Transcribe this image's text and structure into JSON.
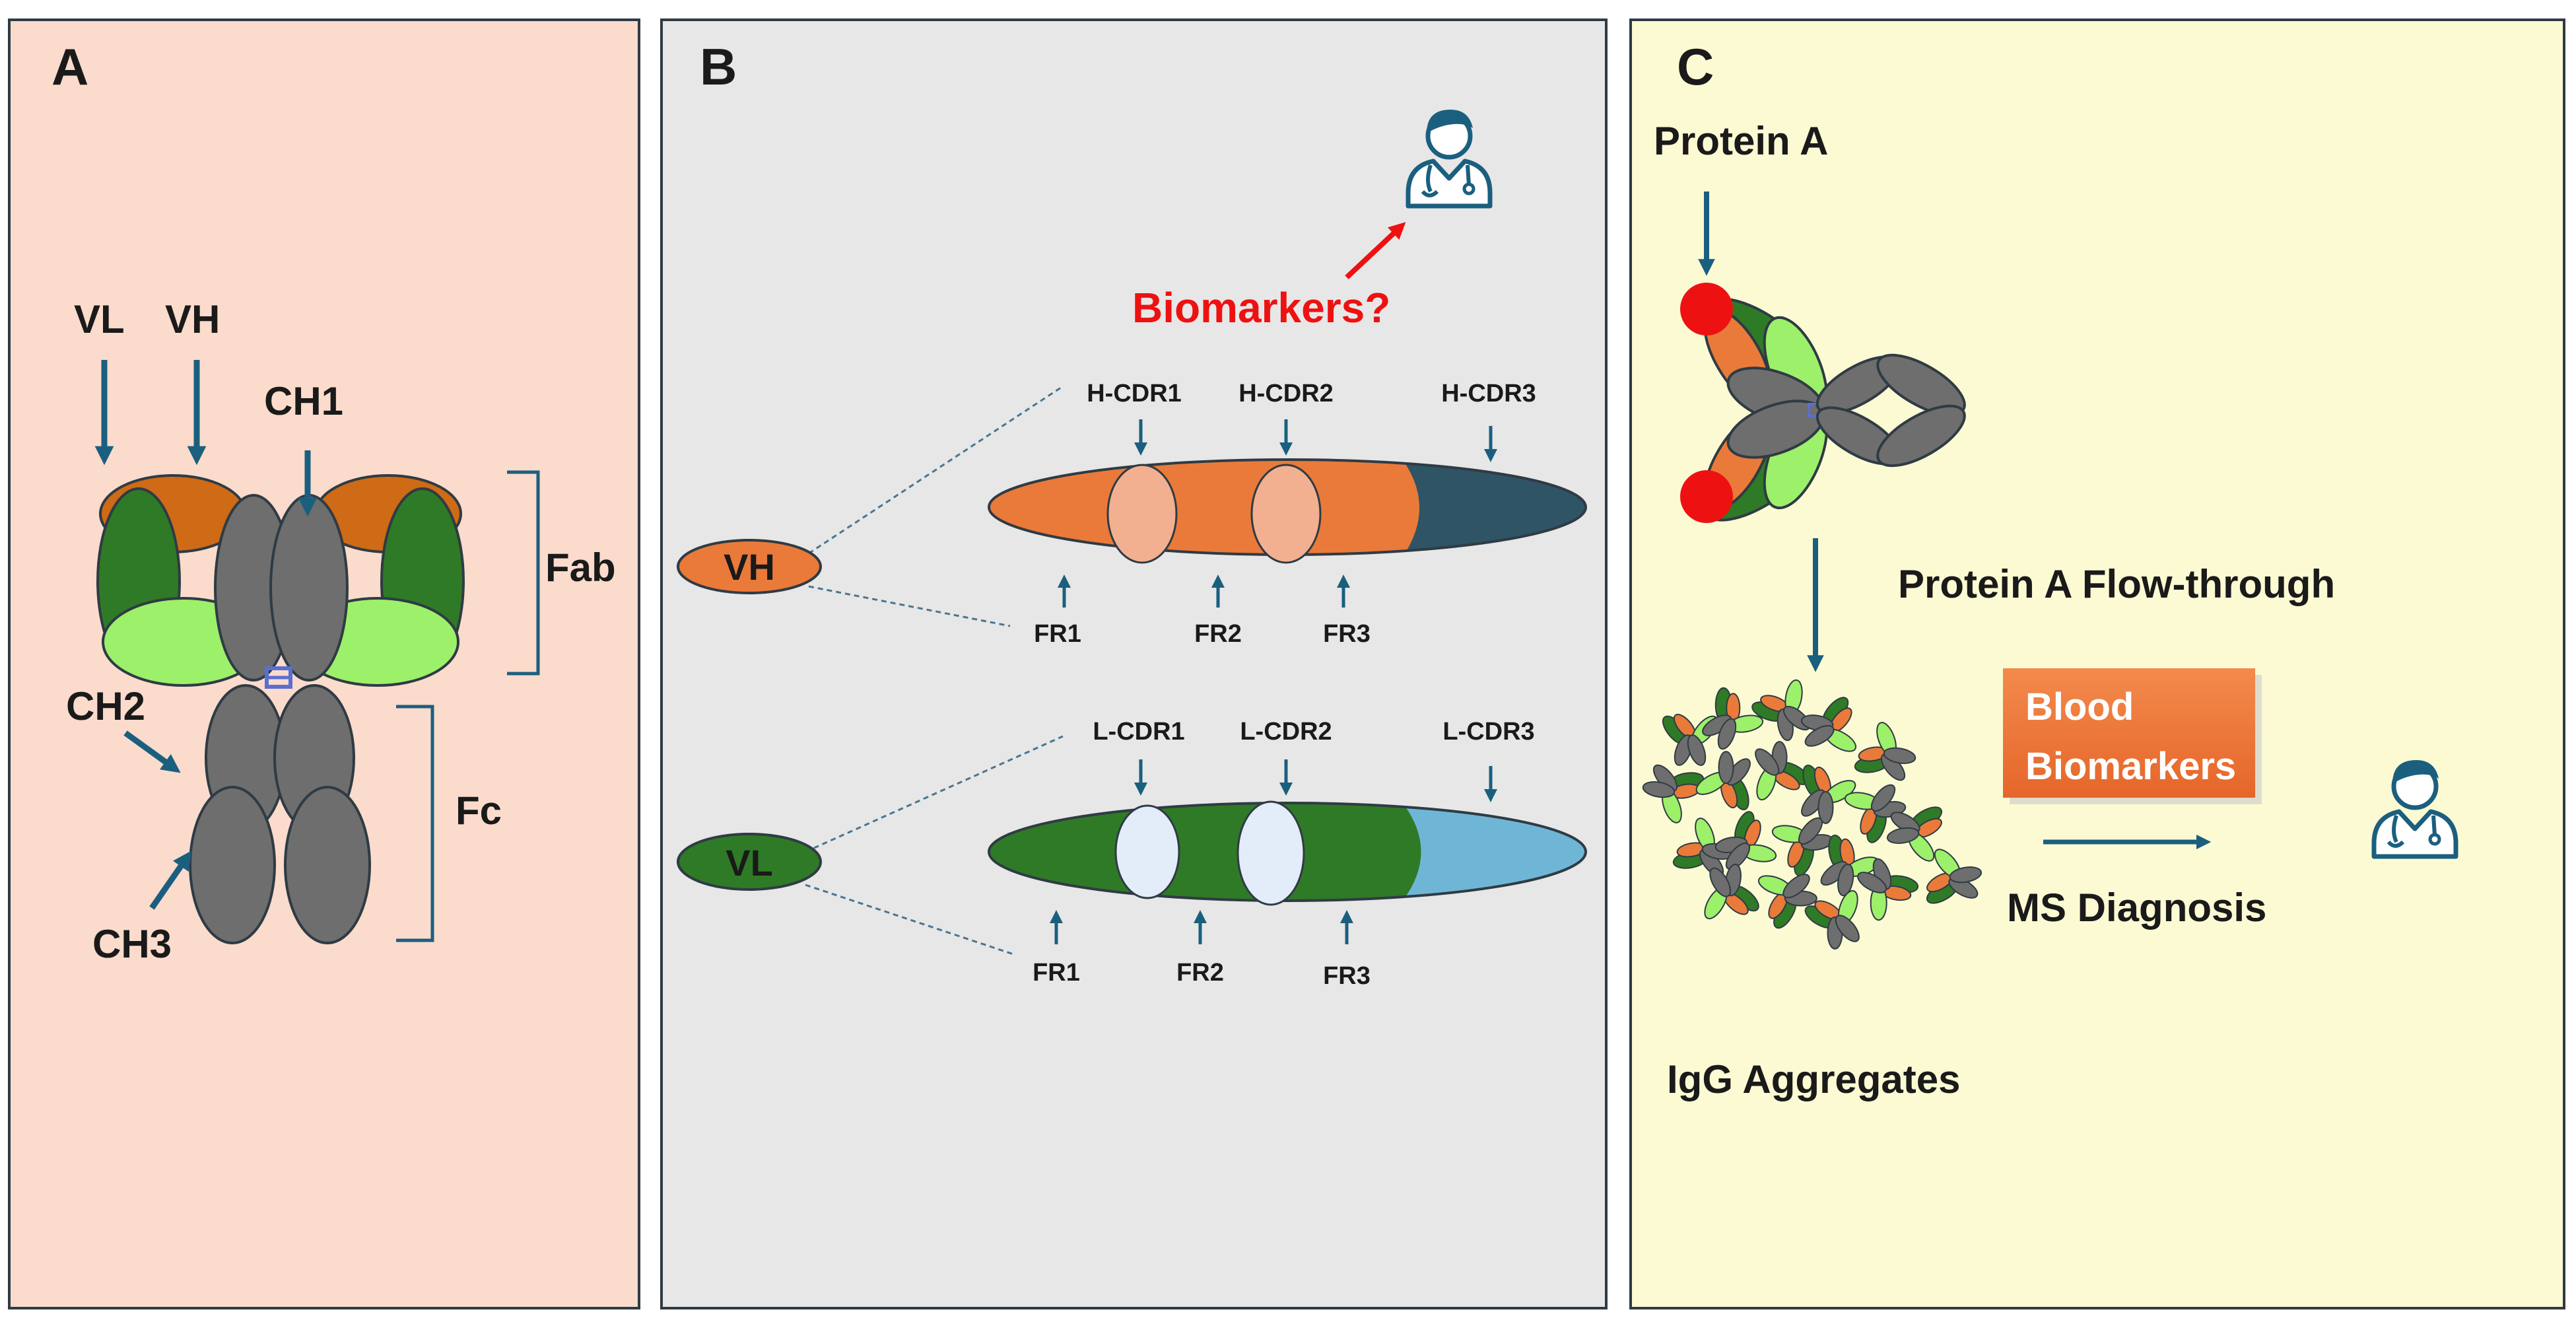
{
  "colors": {
    "panel_a_bg": "#fadbcc",
    "panel_b_bg": "#e7e7e7",
    "panel_c_bg": "#fcfad3",
    "arrow": "#1b5f7f",
    "heavy_variable_orange": "#cf6a16",
    "light_variable_dark_green": "#2f7a26",
    "light_constant_light_green": "#9df06a",
    "constant_grey": "#6e6e6e",
    "vh_ellipse": "#ea7a3a",
    "vl_ellipse": "#2f7a26",
    "cdr3_heavy": "#2e5466",
    "cdr3_light": "#6fb6d6",
    "cdr_heavy_oval": "#f2b090",
    "cdr_light_oval": "#e3edf9",
    "biomarker_text": "#ee1111",
    "blood_box_top": "#f07a3d",
    "blood_box_bottom": "#e86a2c",
    "protein_a_red": "#ee1111",
    "doctor_icon": "#1b5f7f"
  },
  "panel_a": {
    "letter": "A",
    "labels": {
      "vl": "VL",
      "vh": "VH",
      "ch1": "CH1",
      "ch2": "CH2",
      "ch3": "CH3",
      "fab": "Fab",
      "fc": "Fc"
    }
  },
  "panel_b": {
    "letter": "B",
    "question": "Biomarkers?",
    "vh": {
      "tag": "VH",
      "cdrs": [
        "H-CDR1",
        "H-CDR2",
        "H-CDR3"
      ],
      "frs": [
        "FR1",
        "FR2",
        "FR3"
      ]
    },
    "vl": {
      "tag": "VL",
      "cdrs": [
        "L-CDR1",
        "L-CDR2",
        "L-CDR3"
      ],
      "frs": [
        "FR1",
        "FR2",
        "FR3"
      ]
    },
    "icons": [
      "doctor-icon"
    ]
  },
  "panel_c": {
    "letter": "C",
    "protein_a": "Protein A",
    "flow_through": "Protein A Flow-through",
    "blood_biomarkers_line1": "Blood",
    "blood_biomarkers_line2": "Biomarkers",
    "ms_diagnosis": "MS Diagnosis",
    "igg_aggregates": "IgG Aggregates",
    "icons": [
      "doctor-icon",
      "antibody-icon",
      "aggregate-icon"
    ]
  }
}
